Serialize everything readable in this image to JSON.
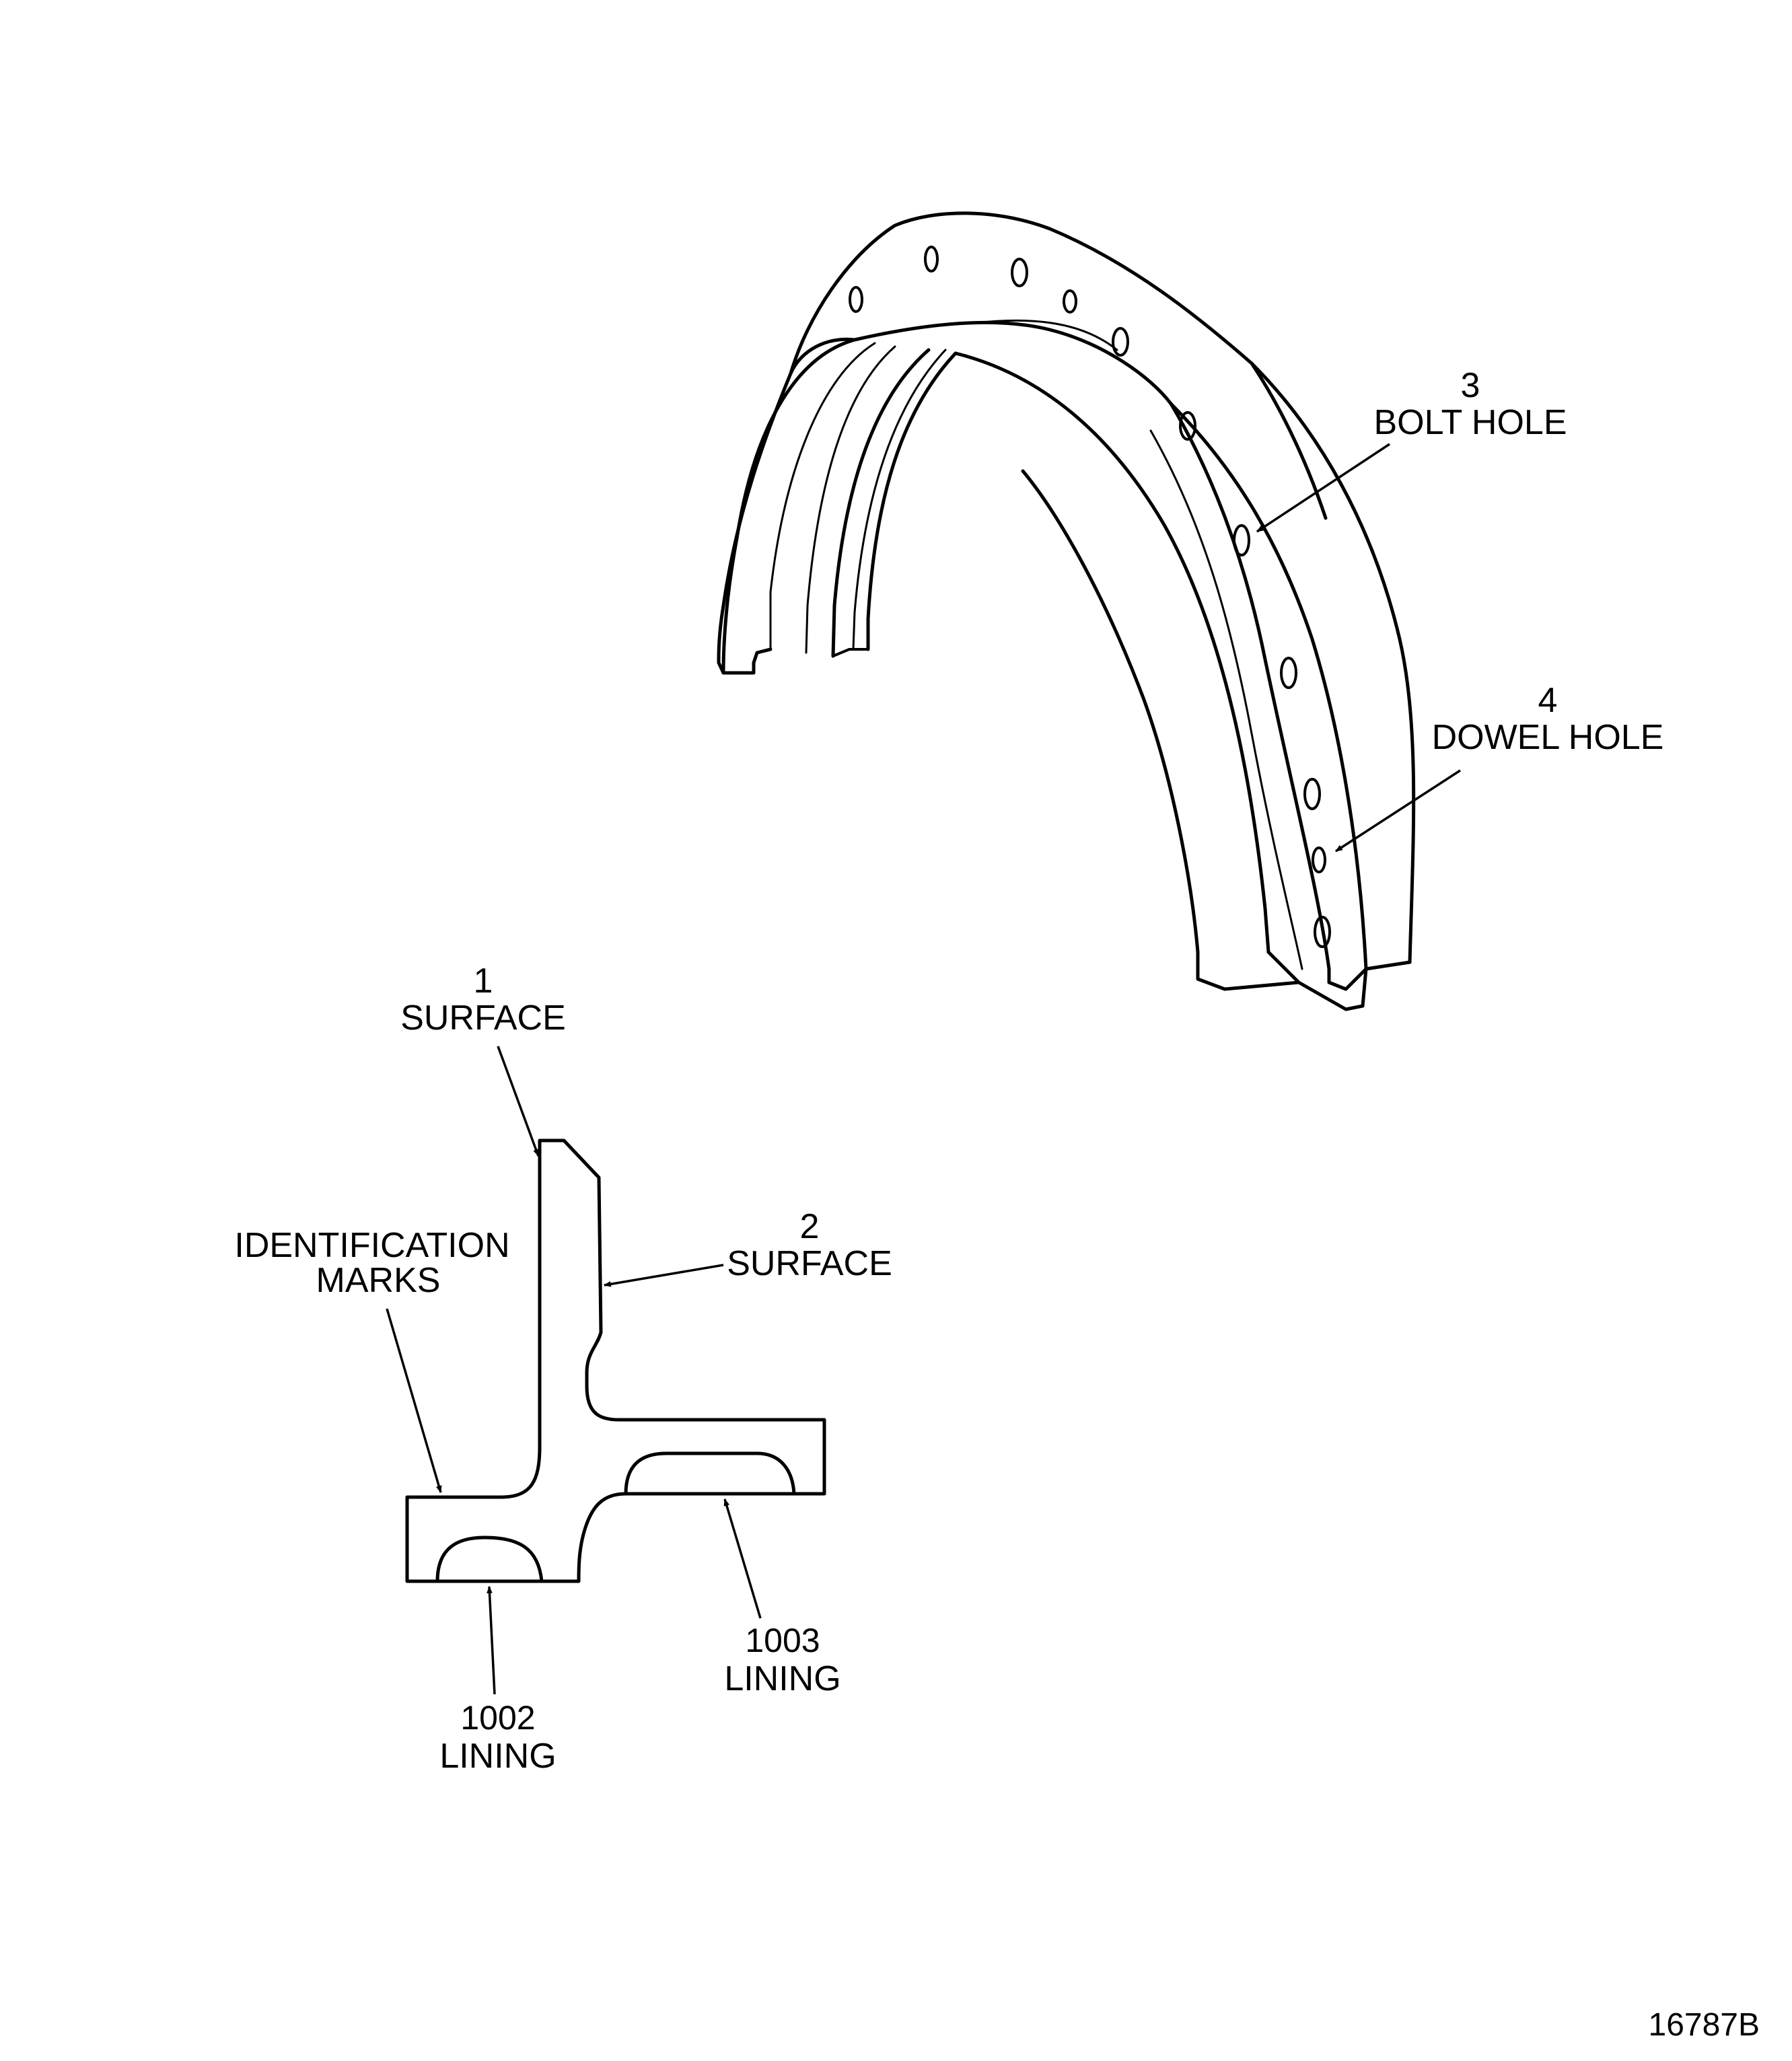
{
  "callouts": {
    "surface_1": {
      "number": "1",
      "label": "SURFACE"
    },
    "surface_2": {
      "number": "2",
      "label": "SURFACE"
    },
    "bolt_hole_3": {
      "number": "3",
      "label": "BOLT HOLE"
    },
    "dowel_hole_4": {
      "number": "4",
      "label": "DOWEL HOLE"
    },
    "identification_marks": {
      "line1": "IDENTIFICATION",
      "line2": "MARKS"
    },
    "lining_1002": {
      "number": "1002",
      "label": "LINING"
    },
    "lining_1003": {
      "number": "1003",
      "label": "LINING"
    }
  },
  "figure_number": "16787B"
}
